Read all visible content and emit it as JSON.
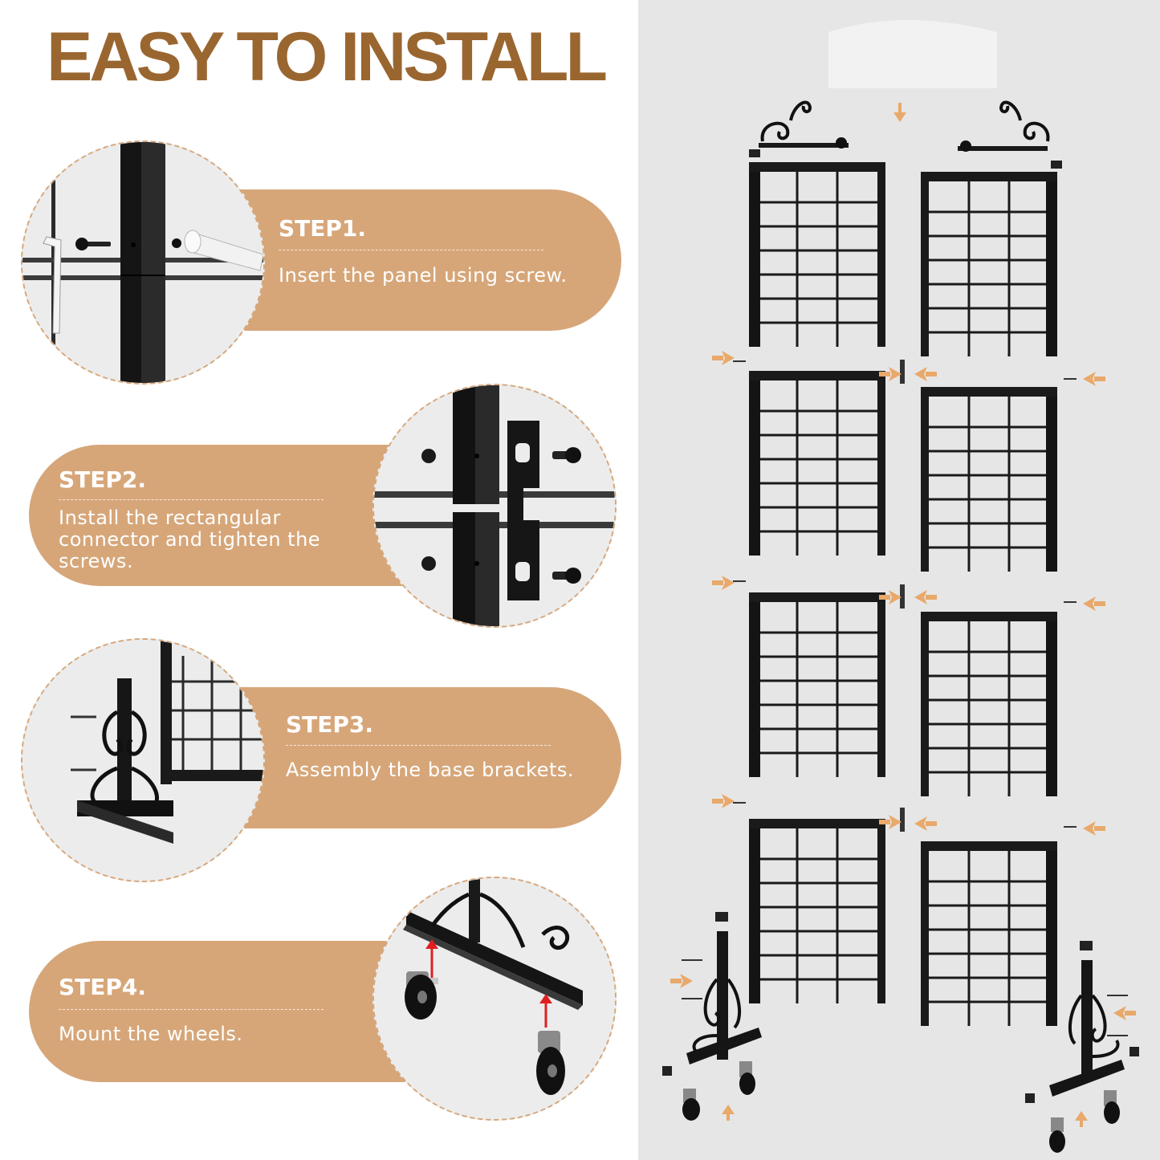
{
  "title": "EASY TO INSTALL",
  "steps": [
    {
      "title": "STEP1.",
      "description": "Insert the panel using screw."
    },
    {
      "title": "STEP2.",
      "description": "Install the rectangular connector and tighten the screws."
    },
    {
      "title": "STEP3.",
      "description": "Assembly the base brackets."
    },
    {
      "title": "STEP4.",
      "description": "Mount the wheels."
    }
  ],
  "colors": {
    "title": "#9a6630",
    "pill": "#d6a679",
    "background_right": "#e6e6e6",
    "metal": "#1b1b1b",
    "arrow": "#e8a96b"
  }
}
